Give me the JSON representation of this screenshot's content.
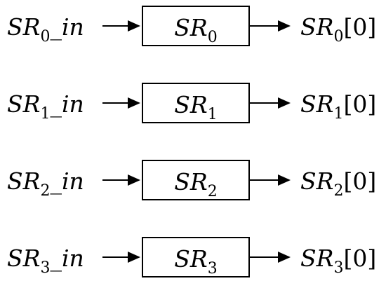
{
  "rows": [
    {
      "input": {
        "base": "SR",
        "sub": "0",
        "suffix": "_",
        "tail": "in"
      },
      "block": {
        "base": "SR",
        "sub": "0"
      },
      "output": {
        "base": "SR",
        "sub": "0",
        "index": "[0]"
      }
    },
    {
      "input": {
        "base": "SR",
        "sub": "1",
        "suffix": "_",
        "tail": "in"
      },
      "block": {
        "base": "SR",
        "sub": "1"
      },
      "output": {
        "base": "SR",
        "sub": "1",
        "index": "[0]"
      }
    },
    {
      "input": {
        "base": "SR",
        "sub": "2",
        "suffix": "_",
        "tail": "in"
      },
      "block": {
        "base": "SR",
        "sub": "2"
      },
      "output": {
        "base": "SR",
        "sub": "2",
        "index": "[0]"
      }
    },
    {
      "input": {
        "base": "SR",
        "sub": "3",
        "suffix": "_",
        "tail": "in"
      },
      "block": {
        "base": "SR",
        "sub": "3"
      },
      "output": {
        "base": "SR",
        "sub": "3",
        "index": "[0]"
      }
    }
  ]
}
